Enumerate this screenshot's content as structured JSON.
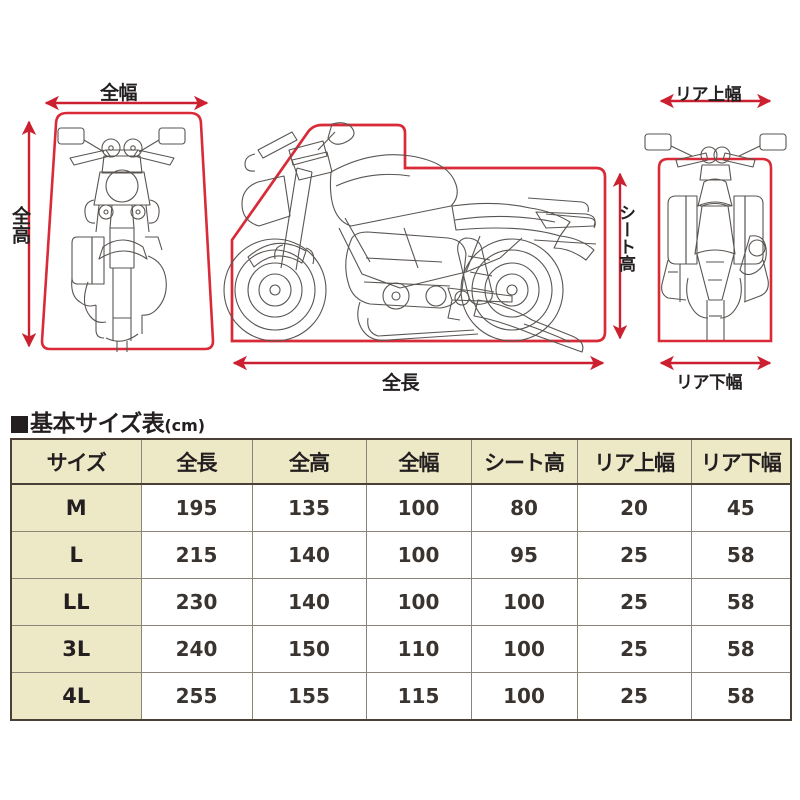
{
  "diagram": {
    "views": [
      {
        "name": "front-view",
        "label": "front elevation of motorcycle"
      },
      {
        "name": "side-view",
        "label": "side elevation of motorcycle"
      },
      {
        "name": "rear-view",
        "label": "rear elevation of motorcycle"
      }
    ],
    "dimension_labels": {
      "overall_width": "全幅",
      "overall_height": "全高",
      "overall_length": "全長",
      "seat_height": "シート高",
      "rear_upper_width": "リア上幅",
      "rear_lower_width": "リア下幅"
    },
    "colors": {
      "arrow": "#cc2030",
      "cover_outline": "#d92a37",
      "bike_outline": "#595552"
    }
  },
  "table_section": {
    "title": "基本サイズ表",
    "unit": "(cm)",
    "headers": [
      "サイズ",
      "全長",
      "全高",
      "全幅",
      "シート高",
      "リア上幅",
      "リア下幅"
    ],
    "rows": [
      {
        "size": "M",
        "values": [
          "195",
          "135",
          "100",
          "80",
          "20",
          "45"
        ]
      },
      {
        "size": "L",
        "values": [
          "215",
          "140",
          "100",
          "95",
          "25",
          "58"
        ]
      },
      {
        "size": "LL",
        "values": [
          "230",
          "140",
          "100",
          "100",
          "25",
          "58"
        ]
      },
      {
        "size": "3L",
        "values": [
          "240",
          "150",
          "110",
          "100",
          "25",
          "58"
        ]
      },
      {
        "size": "4L",
        "values": [
          "255",
          "155",
          "115",
          "100",
          "25",
          "58"
        ]
      }
    ],
    "colors": {
      "header_bg": "#ede9c6",
      "size_col_bg": "#ede9c6",
      "border": "#4a4036"
    }
  }
}
